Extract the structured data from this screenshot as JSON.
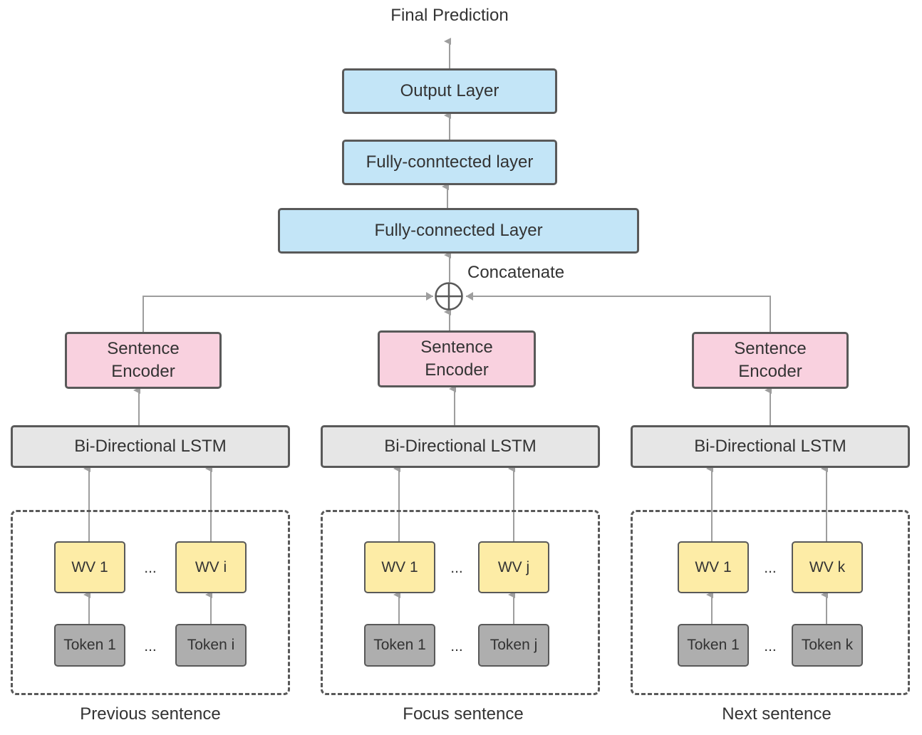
{
  "final_prediction": "Final Prediction",
  "output_layer": "Output Layer",
  "fc_layer_top": "Fully-conntected layer",
  "fc_layer_bottom": "Fully-connected Layer",
  "concatenate": "Concatenate",
  "columns": [
    {
      "encoder_line1": "Sentence",
      "encoder_line2": "Encoder",
      "lstm": "Bi-Directional LSTM",
      "wv_first": "WV 1",
      "wv_last": "WV i",
      "token_first": "Token 1",
      "token_last": "Token i",
      "ellipsis": "...",
      "caption": "Previous sentence"
    },
    {
      "encoder_line1": "Sentence",
      "encoder_line2": "Encoder",
      "lstm": "Bi-Directional LSTM",
      "wv_first": "WV 1",
      "wv_last": "WV j",
      "token_first": "Token 1",
      "token_last": "Token j",
      "ellipsis": "...",
      "caption": "Focus sentence"
    },
    {
      "encoder_line1": "Sentence",
      "encoder_line2": "Encoder",
      "lstm": "Bi-Directional LSTM",
      "wv_first": "WV 1",
      "wv_last": "WV k",
      "token_first": "Token 1",
      "token_last": "Token k",
      "ellipsis": "...",
      "caption": "Next sentence"
    }
  ],
  "colors": {
    "output_blue": "#c3e5f7",
    "encoder_pink": "#f9d1df",
    "lstm_gray": "#e6e6e6",
    "wordvec_yellow": "#fdeca6",
    "token_gray": "#aeaeae",
    "border": "#595959",
    "arrow": "#9e9e9e"
  }
}
